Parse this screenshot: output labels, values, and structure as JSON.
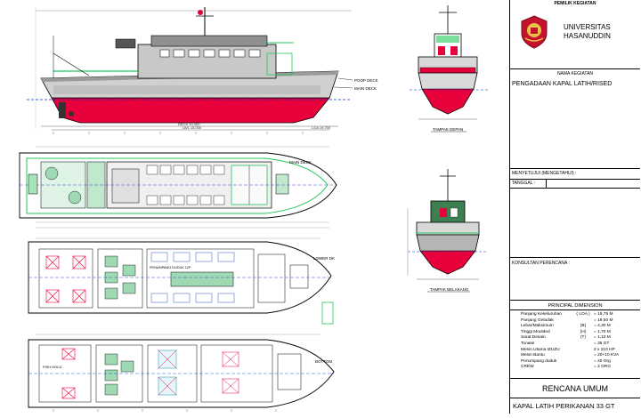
{
  "drawing": {
    "views": {
      "profile": {
        "label_poop_deck": "POOP DECK",
        "label_main_deck": "MAIN DECK",
        "label_deck_upper": "DECK 10,300",
        "label_lwl": "LWL 15,000",
        "label_loa": "LOA 19,750"
      },
      "front": {
        "caption": "TAMPAK DEPAN"
      },
      "rear": {
        "caption": "TAMPAK BELAKANG"
      },
      "main_deck": {
        "label": "MAIN DECK"
      },
      "lower_deck": {
        "label": "LOWER DK",
        "room_label": "PENUMPANG DUDUK 12P"
      },
      "bottom": {
        "label": "BOTTOM",
        "fish_hold": "FISH HOLD"
      }
    }
  },
  "titleblock": {
    "header": "PEMILIK KEGIATAN",
    "org_line1": "UNIVERSITAS",
    "org_line2": "HASANUDDIN",
    "activity_label": "NAMA KEGIATAN",
    "activity_value": "PENGADAAN KAPAL LATIH/RISED",
    "approve_label": "MENYETUJUI (MENGETAHUI) :",
    "date_label": "TANGGAL :",
    "consultant_label": "KONSULTAN PERENCANA :",
    "principal_title": "PRINCIPAL DIMENSION",
    "dimensions": [
      {
        "name": "Panjang Keseluruhan",
        "code": "( LOA )",
        "value": "= 19,75 M"
      },
      {
        "name": "Panjang Geladak",
        "code": "",
        "value": "= 19,50 M"
      },
      {
        "name": "Lebar/Maksimum",
        "code": "(B)",
        "value": "= 4,30 M"
      },
      {
        "name": "Tinggi Moulded",
        "code": "(H)",
        "value": "= 1,70 M"
      },
      {
        "name": "Sarat Desain",
        "code": "(T)",
        "value": "= 1,10 M"
      },
      {
        "name": "Tonase",
        "code": "",
        "value": "= 35 GT"
      },
      {
        "name": "Mesin Utama IZUZU",
        "code": "",
        "value": "2 x 210 HP"
      },
      {
        "name": "Mesin Bantu",
        "code": "",
        "value": "= 20+10 KVA"
      },
      {
        "name": "Penumpang duduk",
        "code": "",
        "value": "= 20 Org"
      },
      {
        "name": "CREW",
        "code": "",
        "value": "= 2 ORG"
      }
    ],
    "plan_title": "RENCANA UMUM",
    "project_title": "KAPAL LATIH PERIKANAN 33 GT"
  }
}
